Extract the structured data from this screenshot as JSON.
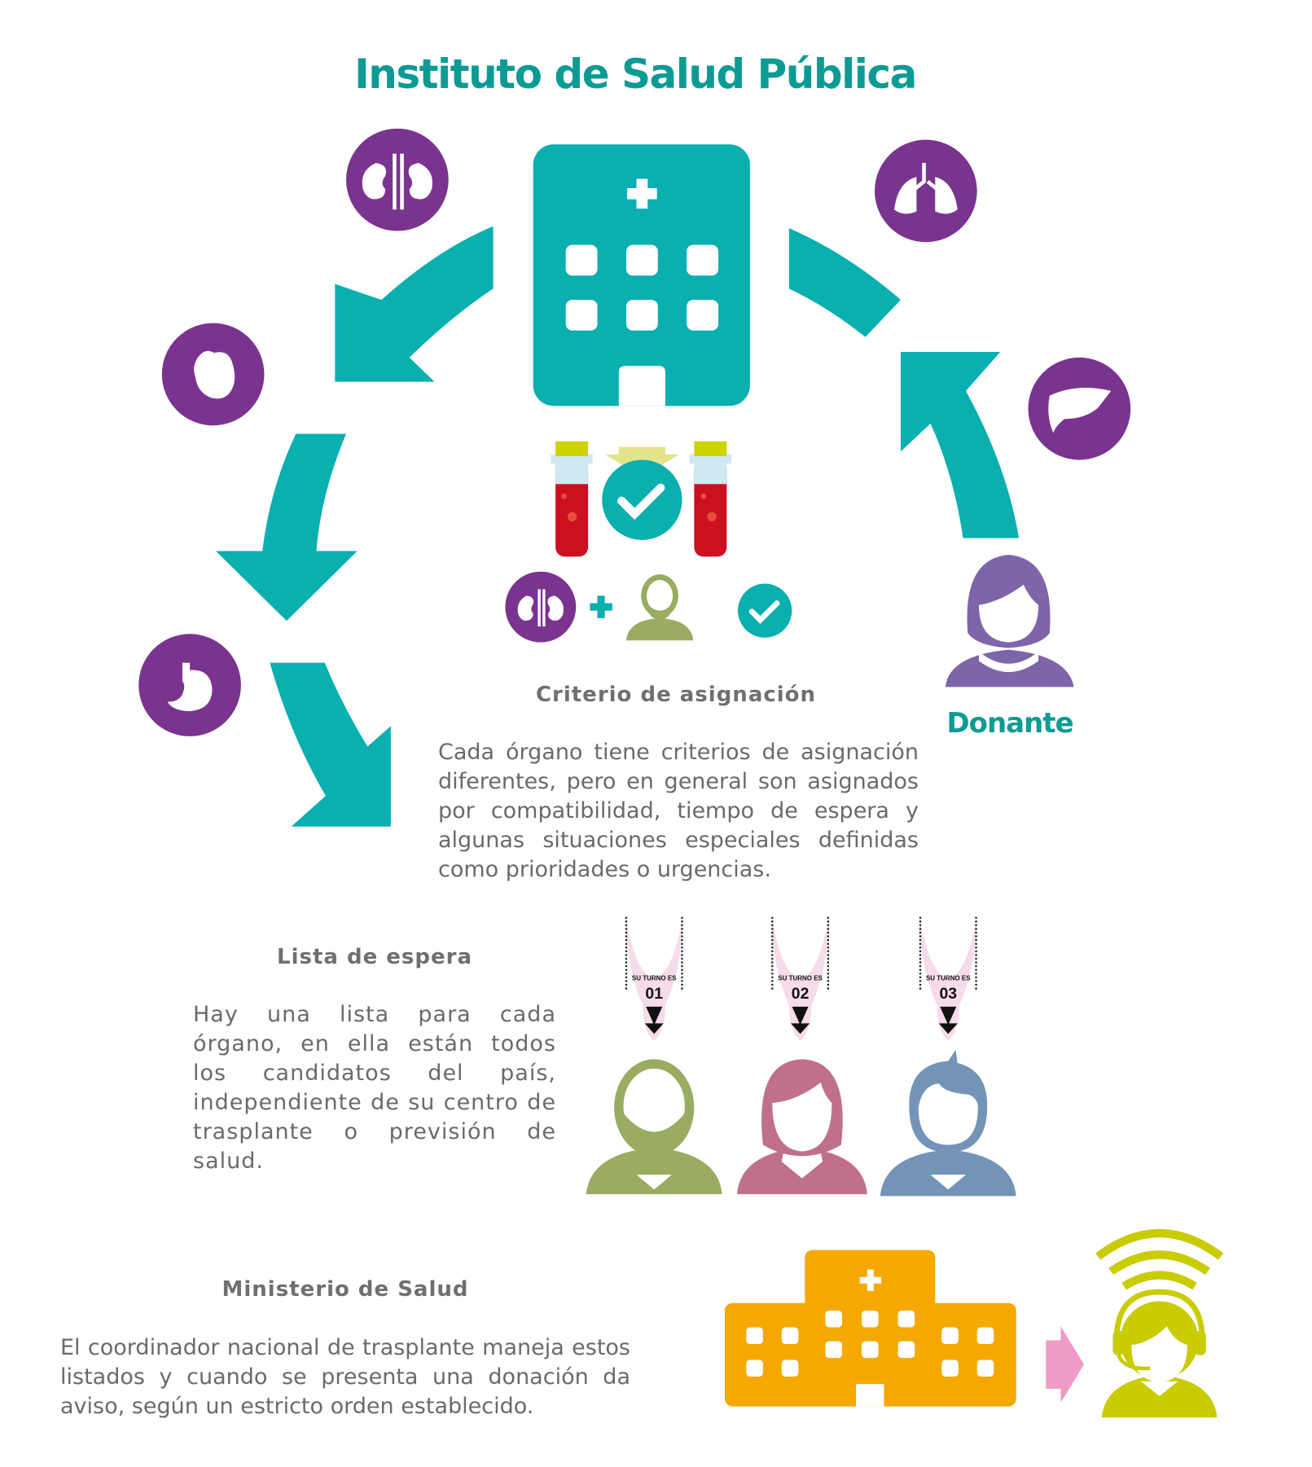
{
  "title": "Instituto de Salud Pública",
  "criterio": {
    "heading": "Criterio de asignación",
    "text": "Cada órgano tiene criterios de asignación diferentes, pero en general son asignados por compatibilidad, tiempo de espera y algunas situaciones especiales definidas como prioridades  o urgencias."
  },
  "donante": "Donante",
  "lista": {
    "heading": "Lista de espera",
    "text": "Hay una lista para cada órgano, en ella están todos los candidatos del país, independiente de su centro de trasplante o previsión de salud."
  },
  "tickets": [
    {
      "label": "SU TURNO ES",
      "number": "01"
    },
    {
      "label": "SU TURNO ES",
      "number": "02"
    },
    {
      "label": "SU TURNO ES",
      "number": "03"
    }
  ],
  "ministerio": {
    "heading": "Ministerio de Salud",
    "text": "El coordinador nacional de trasplante maneja estos listados y cuando se presenta una donación da aviso, según un estricto orden establecido."
  },
  "colors": {
    "teal": "#0aafb0",
    "purple": "#7a348f",
    "orange": "#f5a800",
    "lime": "#c8cc00",
    "pink": "#f09ac6"
  }
}
